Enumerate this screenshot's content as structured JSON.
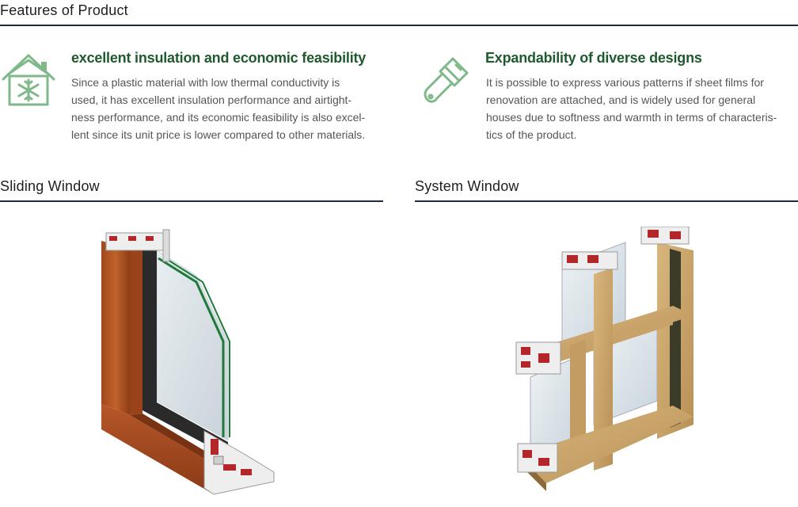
{
  "features": {
    "title": "Features of Product",
    "items": [
      {
        "icon": "house-snowflake-icon",
        "heading": "excellent insulation and economic feasibility",
        "lines": [
          "Since a plastic material with low thermal conductivity is",
          "used, it has excellent insulation performance and airtight-",
          "ness performance, and its economic feasibility is also excel-",
          "lent since its unit price is lower compared to other materials."
        ]
      },
      {
        "icon": "paint-brush-icon",
        "heading": "Expandability of diverse designs",
        "lines": [
          "It is possible to express various patterns if sheet films for",
          "renovation are attached, and is widely used for general",
          "houses due to softness and warmth in terms of characteris-",
          "tics of the product."
        ]
      }
    ]
  },
  "products": [
    {
      "title": "Sliding Window"
    },
    {
      "title": "System Window"
    }
  ],
  "colors": {
    "accent_green": "#1f5a2e",
    "icon_green": "#7fb98a",
    "rule_navy": "#1f2a44"
  }
}
